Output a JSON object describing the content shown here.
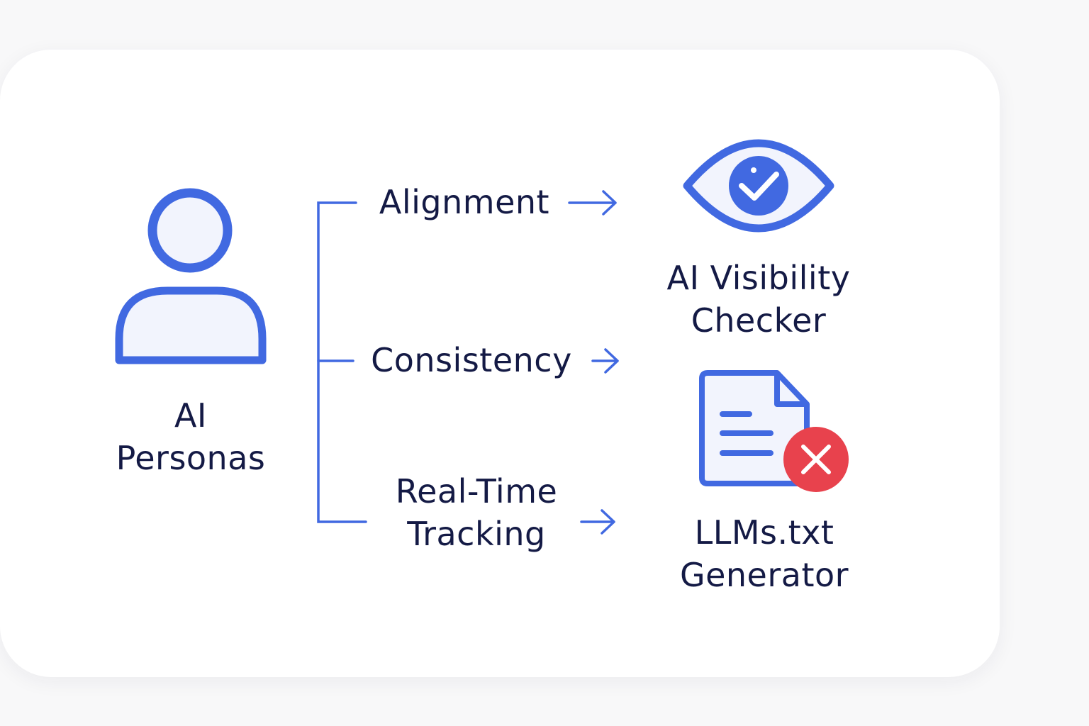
{
  "source": {
    "label_line1": "AI",
    "label_line2": "Personas"
  },
  "branches": [
    {
      "label_line1": "Alignment",
      "label_line2": ""
    },
    {
      "label_line1": "Consistency",
      "label_line2": ""
    },
    {
      "label_line1": "Real-Time",
      "label_line2": "Tracking"
    }
  ],
  "targets": [
    {
      "label_line1": "AI Visibility",
      "label_line2": "Checker",
      "icon": "eye-check-icon"
    },
    {
      "label_line1": "LLMs.txt",
      "label_line2": "Generator",
      "icon": "document-error-icon"
    }
  ],
  "colors": {
    "accent": "#4169e1",
    "icon_fill": "#f2f4fd",
    "text": "#141a45",
    "error": "#e8424d",
    "card": "#ffffff",
    "background": "#f8f8f9"
  }
}
